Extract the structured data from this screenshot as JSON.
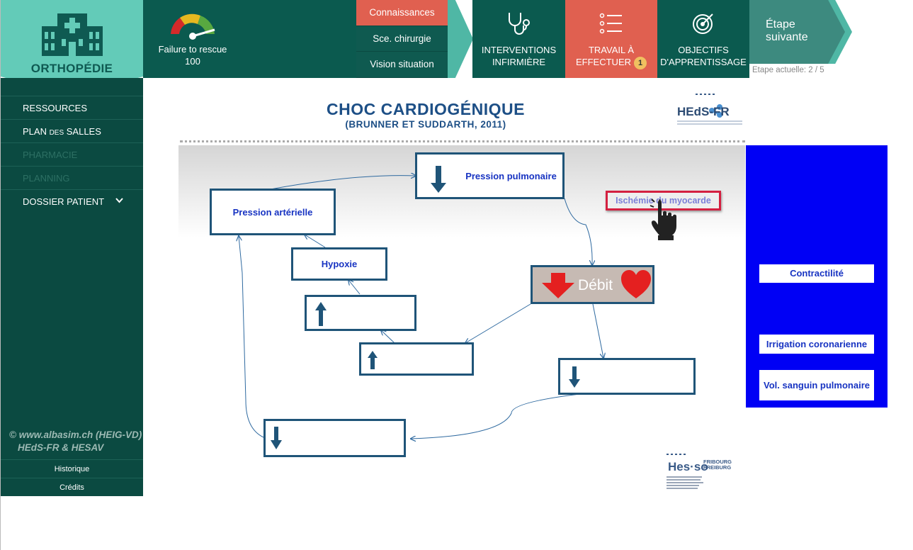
{
  "header": {
    "department": "ORTHOPÉDIE",
    "gauge": {
      "label": "Failure to rescue",
      "value": "100"
    },
    "tabs": [
      {
        "label": "Connaissances",
        "active": true
      },
      {
        "label": "Sce. chirurgie",
        "active": false
      },
      {
        "label": "Vision situation",
        "active": false
      }
    ],
    "nav": {
      "interventions": {
        "line1": "INTERVENTIONS",
        "line2": "INFIRMIÈRE",
        "icon": "stethoscope-icon"
      },
      "travail": {
        "line1": "TRAVAIL À",
        "line2": "EFFECTUER",
        "badge": "1",
        "icon": "checklist-icon"
      },
      "objectifs": {
        "line1": "OBJECTIFS",
        "line2": "D'APPRENTISSAGE",
        "icon": "target-icon"
      }
    },
    "next_step": {
      "line1": "Étape",
      "line2": "suivante"
    },
    "step_info": {
      "prefix": "Etape actuelle: ",
      "current": "2",
      "sep": " / ",
      "total": "5"
    }
  },
  "sidebar": {
    "items": [
      {
        "label_a": "RESSOURCES",
        "enabled": true
      },
      {
        "label_a": "PLAN ",
        "label_small": "DES",
        "label_b": " SALLES",
        "enabled": true
      },
      {
        "label_a": "PHARMACIE",
        "enabled": false
      },
      {
        "label_a": "PLANNING",
        "enabled": false
      },
      {
        "label_a": "DOSSIER PATIENT",
        "enabled": true,
        "has_chevron": true
      }
    ],
    "copyright": [
      "© www.albasim.ch (HEIG-VD)",
      "HEdS-FR & HESAV"
    ],
    "footer": [
      "Historique",
      "Crédits"
    ]
  },
  "content": {
    "title": "CHOC CARDIOGÉNIQUE",
    "subtitle": "(BRUNNER ET SUDDARTH, 2011)",
    "heds_logo": "HEdS-FR",
    "hesso_logo": "Hes·so",
    "hesso_small": [
      "FRIBOURG",
      "FREIBURG"
    ],
    "diagram": {
      "pression_pulmonaire": "Pression pulmonaire",
      "pression_arterielle": "Pression artérielle",
      "hypoxie": "Hypoxie",
      "ischemie": "Ischémie du myocarde",
      "debit": "Débit"
    },
    "panel": {
      "buttons": [
        "Contractilité",
        "Irrigation coronarienne",
        "Vol. sanguin pulmonaire"
      ]
    },
    "colors": {
      "accent": "#e06050",
      "dark": "#0b5a4f",
      "panel": "#0000f5",
      "box_border": "#1f5478",
      "box_text": "#1733c2"
    }
  }
}
